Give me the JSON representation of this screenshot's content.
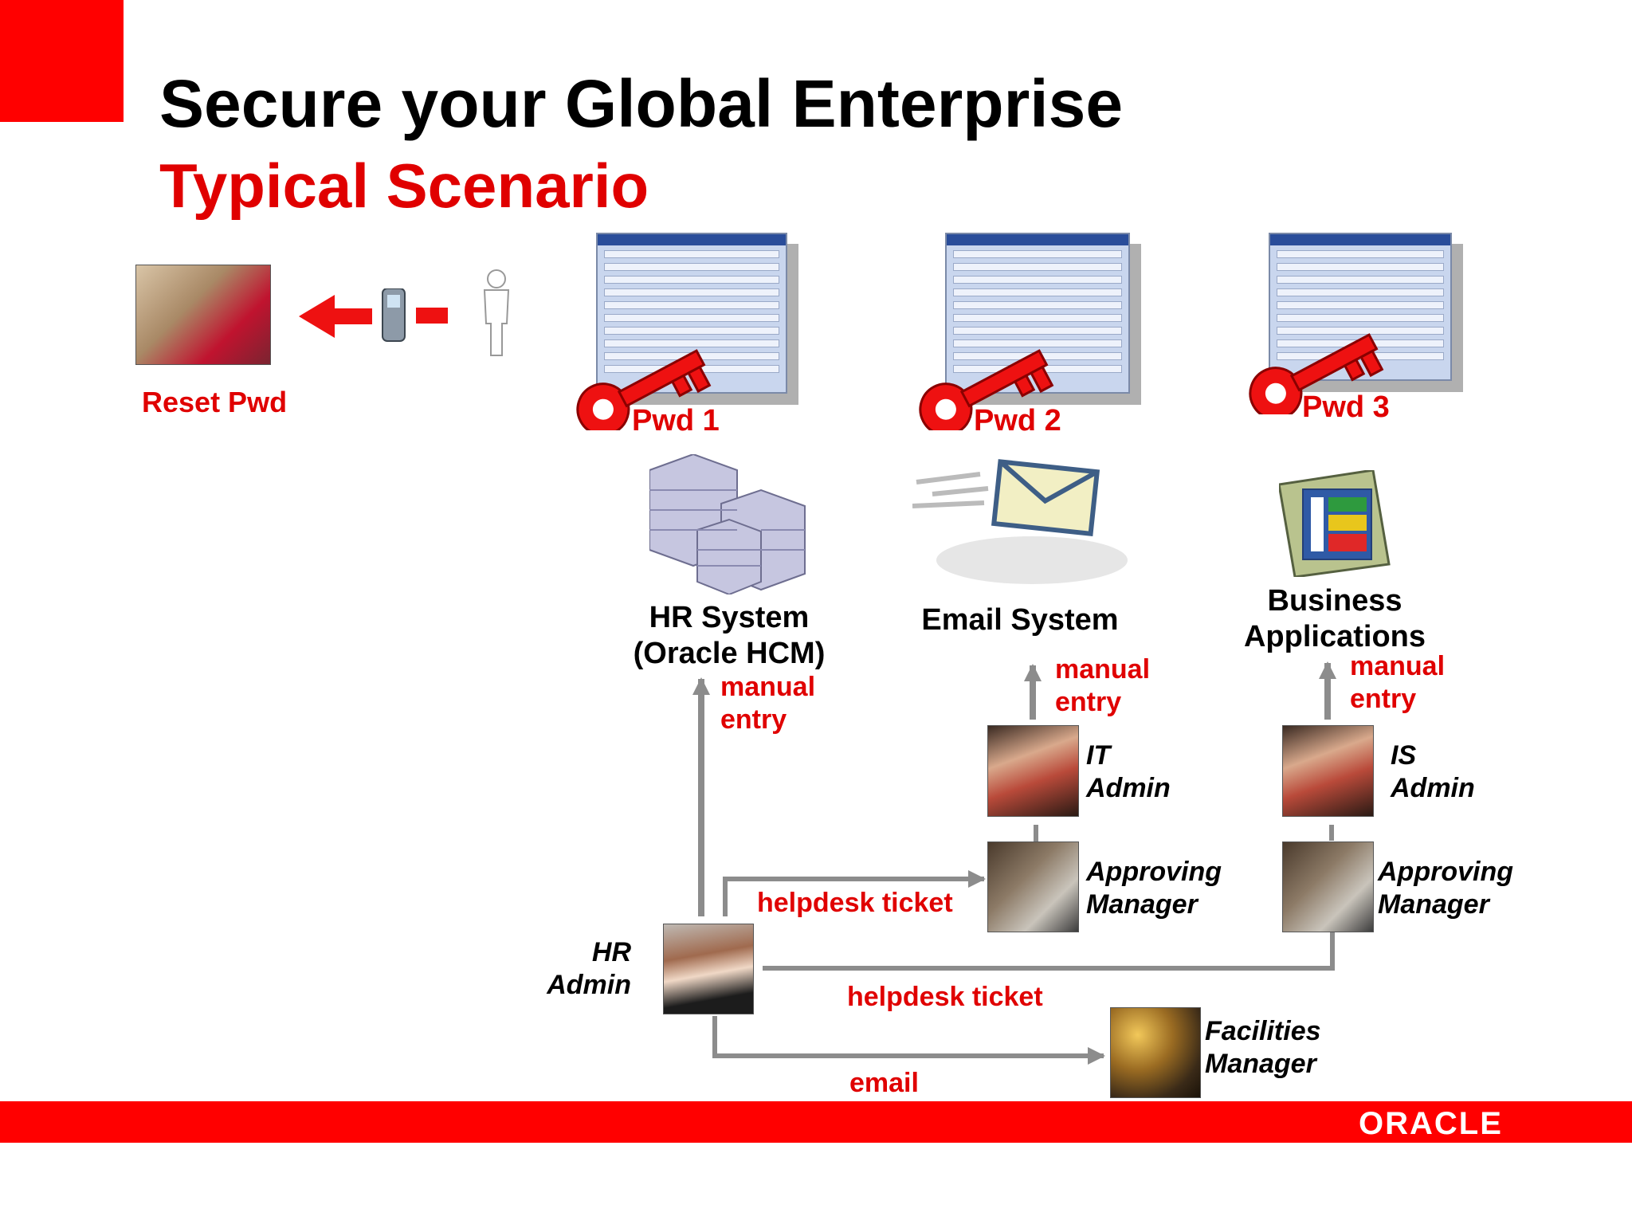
{
  "slide": {
    "title": "Secure your Global Enterprise",
    "subtitle": "Typical Scenario"
  },
  "reset": {
    "label": "Reset Pwd"
  },
  "passwords": [
    "Pwd 1",
    "Pwd 2",
    "Pwd 3"
  ],
  "systems": {
    "hr": {
      "line1": "HR System",
      "line2": "(Oracle HCM)"
    },
    "email": {
      "label": "Email System"
    },
    "business": {
      "line1": "Business",
      "line2": "Applications"
    }
  },
  "flows": {
    "manual_1": "manual",
    "manual_2": "entry",
    "helpdesk": "helpdesk ticket",
    "email": "email"
  },
  "people": {
    "it_admin": {
      "line1": "IT",
      "line2": "Admin"
    },
    "is_admin": {
      "line1": "IS",
      "line2": "Admin"
    },
    "approving": {
      "line1": "Approving",
      "line2": "Manager"
    },
    "hr_admin": {
      "line1": "HR",
      "line2": "Admin"
    },
    "facilities": {
      "line1": "Facilities",
      "line2": "Manager"
    }
  },
  "footer": {
    "brand": "ORACLE"
  },
  "colors": {
    "accent": "#ff0000",
    "label_red": "#e00000",
    "arrow_gray": "#8c8c8c",
    "key_red": "#ee1111"
  },
  "icons": [
    "key-icon",
    "server-stack-icon",
    "envelope-icon",
    "app-window-icon",
    "mobile-phone-icon",
    "person-silhouette-icon",
    "arrow-left-icon"
  ]
}
